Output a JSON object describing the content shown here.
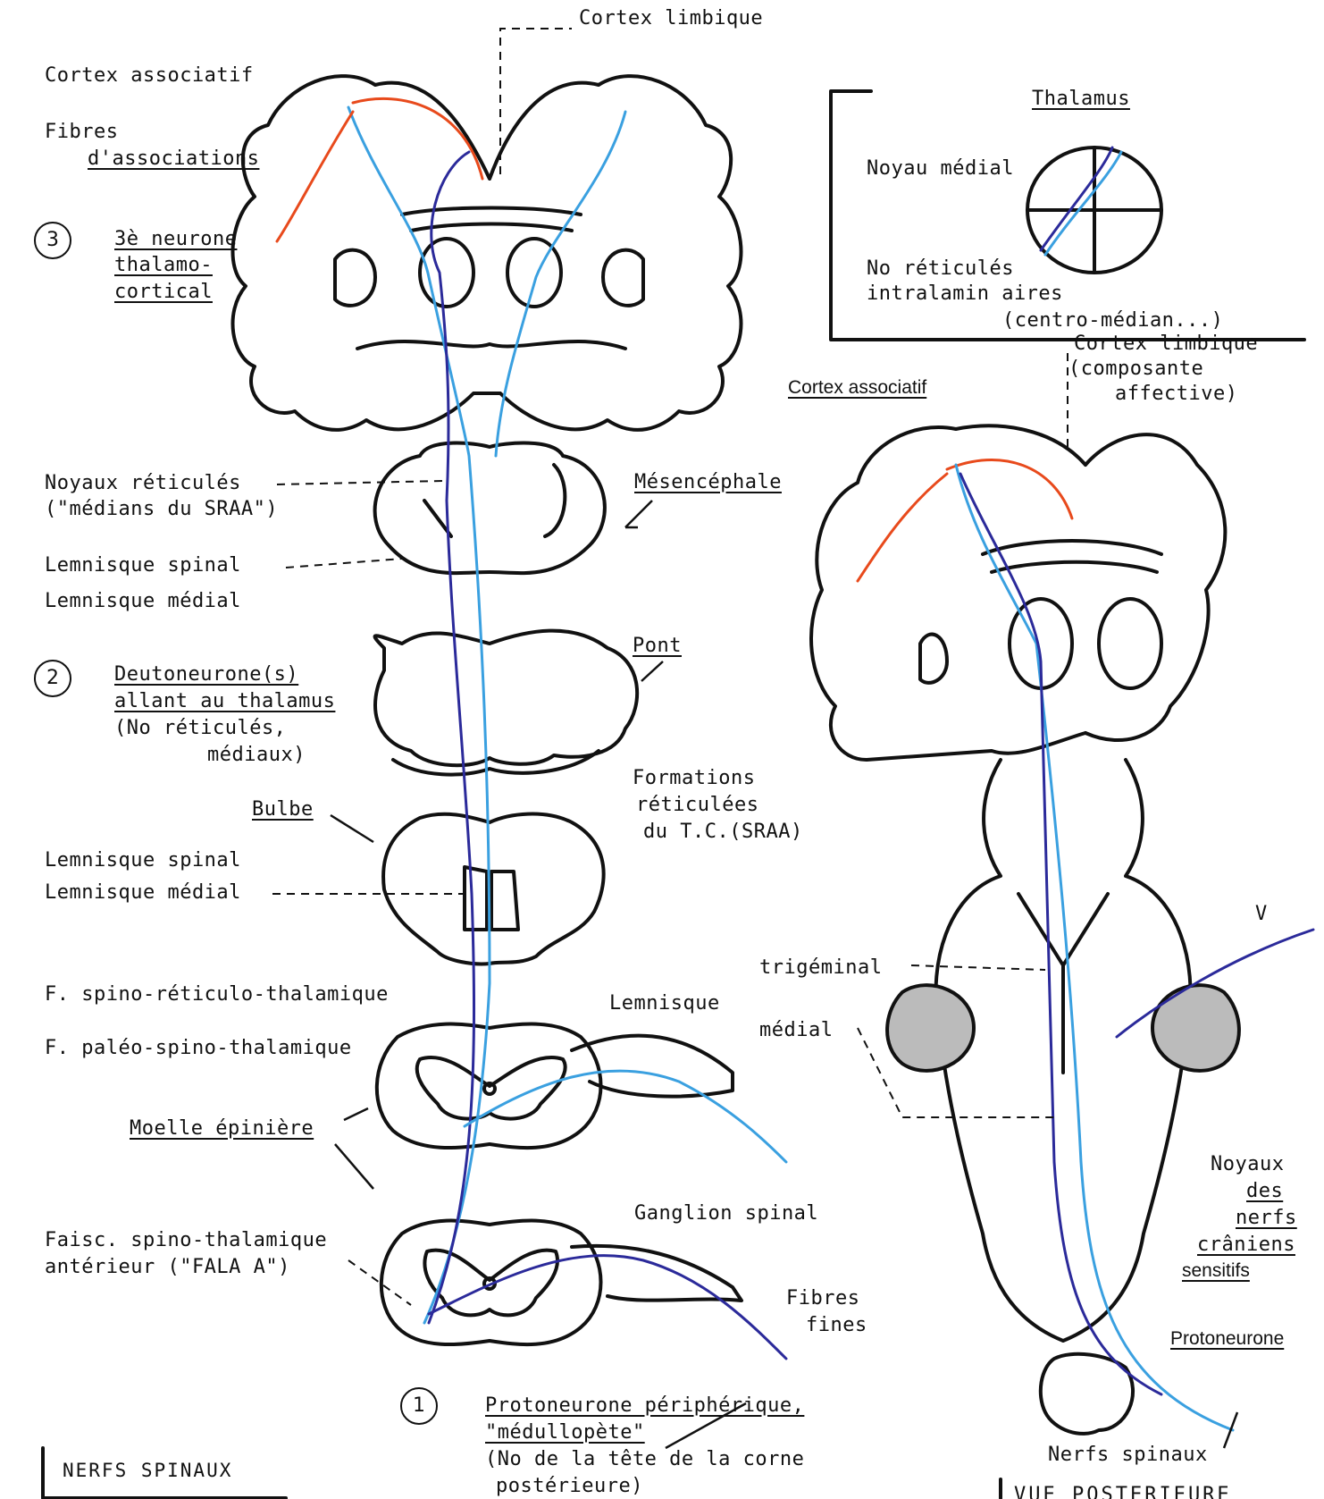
{
  "colors": {
    "ink": "#111111",
    "light_blue": "#3aa0e0",
    "dark_blue": "#2b2a9a",
    "red": "#e84a1c",
    "teal": "#3f8f93"
  },
  "left_labels": {
    "cortex_limbique": "Cortex  limbique",
    "cortex_associatif": "Cortex associatif",
    "fibres": "Fibres",
    "dassociations": "d'associations",
    "neuron3_number": "3",
    "neuron3_line1": "3è neurone",
    "neuron3_line2": "thalamo-",
    "neuron3_line3": "cortical",
    "noyaux_reticules": "Noyaux réticulés",
    "medians_sraa": "(\"médians du SRAA\")",
    "mesencephale": "Mésencéphale",
    "lemnisque_spinal_1": "Lemnisque spinal",
    "lemnisque_medial_1": "Lemnisque médial",
    "pont": "Pont",
    "neuron2_number": "2",
    "deuto_line1": "Deutoneurone(s)",
    "deuto_line2": "allant au thalamus",
    "deuto_line3": "(No réticulés,",
    "deuto_line4": "médiaux)",
    "formations_line1": "Formations",
    "formations_line2": "réticulées",
    "formations_line3": "du T.C.(SRAA)",
    "bulbe": "Bulbe",
    "lemnisque_spinal_2": "Lemnisque spinal",
    "lemnisque_medial_2": "Lemnisque médial",
    "spino_reticulo": "F. spino-réticulo-thalamique",
    "paleo_spino": "F. paléo-spino-thalamique",
    "moelle": "Moelle épinière",
    "faisc_line1": "Faisc. spino-thalamique",
    "faisc_line2": "antérieur (\"FALA  A\")",
    "ganglion": "Ganglion spinal",
    "fibres_fines_1": "Fibres",
    "fibres_fines_2": "fines",
    "neuron1_number": "1",
    "proto_line1": "Protoneurone périphérique,",
    "proto_line2": "\"médullopète\"",
    "proto_line3": "(No de la tête de la corne",
    "proto_line4": "postérieure)",
    "nerfs_spinaux_title": "NERFS  SPINAUX"
  },
  "thalamus_box": {
    "title": "Thalamus",
    "noyau_medial": "Noyau médial",
    "no_reticules": "No réticulés",
    "intralaminaires": "intralamin aires",
    "centro_median": "(centro-médian...)"
  },
  "right_labels": {
    "cortex_limbique": "Cortex limbique",
    "composante": "(composante",
    "affective": "affective)",
    "cortex_associatif": "Cortex associatif",
    "v": "V",
    "lemnisque": "Lemnisque",
    "trigeminal": "trigéminal",
    "medial": "médial",
    "noyaux_1": "Noyaux",
    "noyaux_2": "des",
    "noyaux_3": "nerfs",
    "noyaux_4": "crâniens",
    "noyaux_5": "sensitifs",
    "protoneurone": "Protoneurone",
    "nerfs_spinaux": "Nerfs spinaux",
    "vue_posterieure": "VUE POSTERIEURE"
  }
}
